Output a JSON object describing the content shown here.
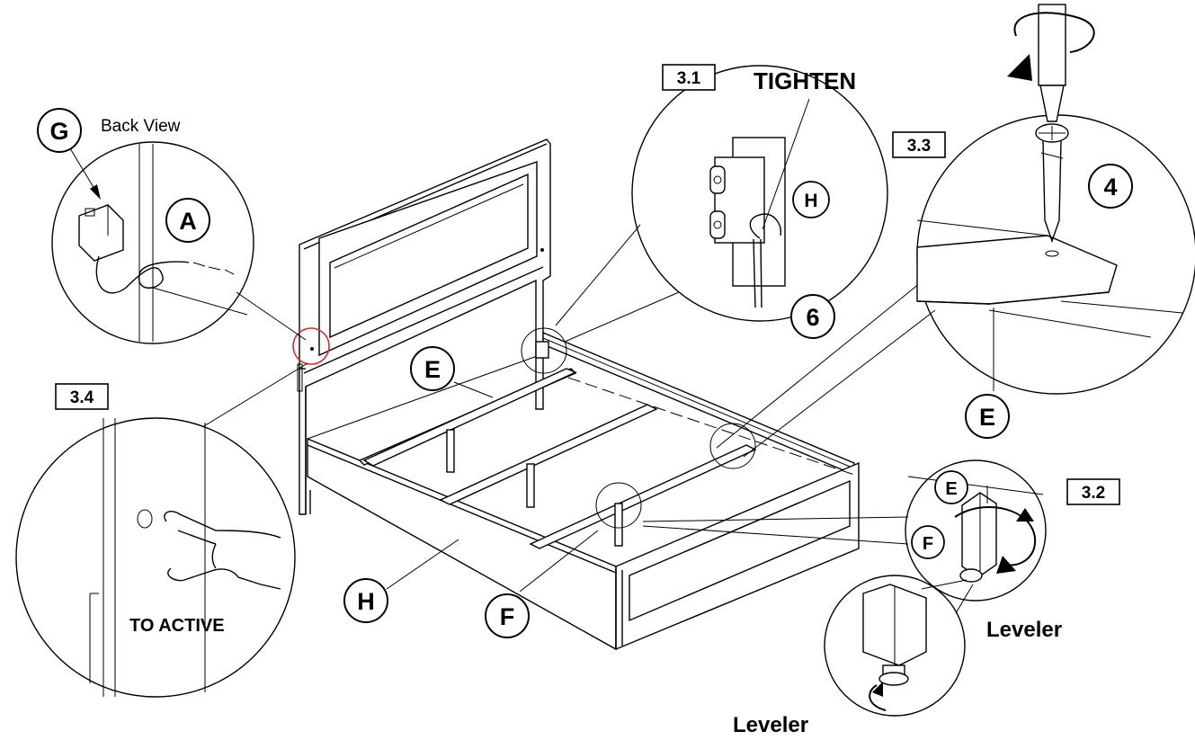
{
  "steps": {
    "s31": "3.1",
    "s32": "3.2",
    "s33": "3.3",
    "s34": "3.4"
  },
  "text": {
    "tighten": "TIGHTEN",
    "back_view": "Back View",
    "to_active": "TO ACTIVE",
    "leveler_right": "Leveler",
    "leveler_bottom": "Leveler"
  },
  "labels": {
    "g": "G",
    "a": "A",
    "h_detail": "H",
    "six": "6",
    "four": "4",
    "e_detail33": "E",
    "e_main": "E",
    "h_main": "H",
    "f_main": "F",
    "e_detail32": "E",
    "f_detail32": "F"
  },
  "colors": {
    "line": "#000000",
    "highlight_circle": "#e0252b",
    "background": "#ffffff"
  }
}
